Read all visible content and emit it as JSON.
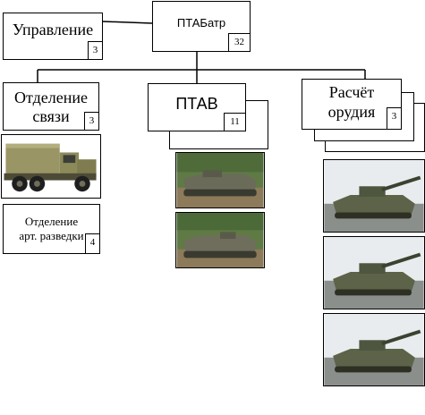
{
  "nodes": {
    "root": {
      "label": "ПТАБатр",
      "count": "32"
    },
    "management": {
      "label": "Управление",
      "count": "3"
    },
    "signals": {
      "label_line1": "Отделение",
      "label_line2": "связи",
      "count": "3"
    },
    "ptav": {
      "label": "ПТАВ",
      "count": "11"
    },
    "crew": {
      "label_line1": "Расчёт",
      "label_line2": "орудия",
      "count": "3"
    },
    "recon": {
      "label_line1": "Отделение",
      "label_line2": "арт. разведки",
      "count": "4"
    }
  },
  "images": {
    "truck": "truck-photo",
    "ptav_vehicle": "tracked-vehicle-photo",
    "gun": "self-propelled-gun-photo"
  }
}
